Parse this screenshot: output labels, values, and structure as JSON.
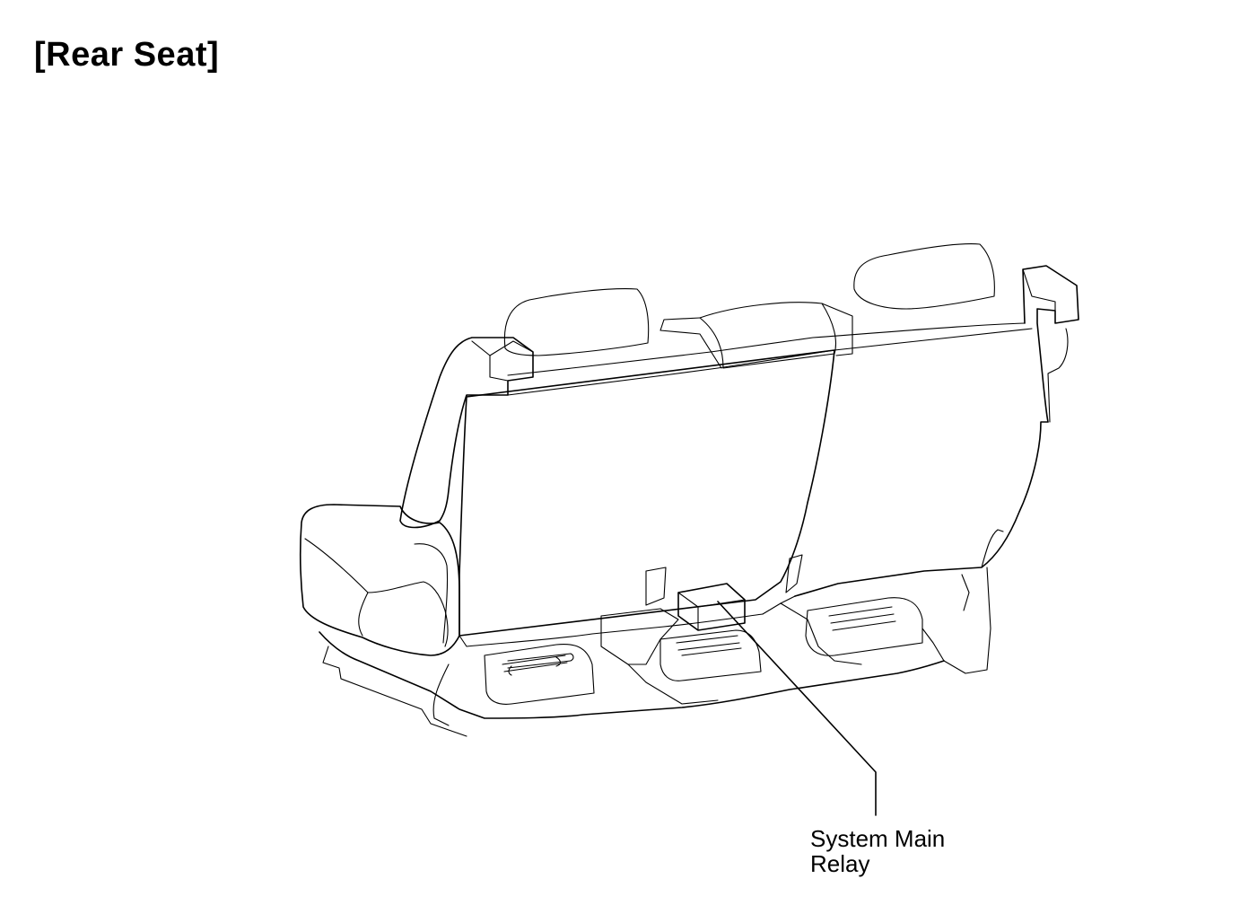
{
  "title": "[Rear Seat]",
  "callout": {
    "line1": "System Main",
    "line2": "Relay"
  },
  "colors": {
    "background": "#ffffff",
    "ink": "#000000"
  }
}
